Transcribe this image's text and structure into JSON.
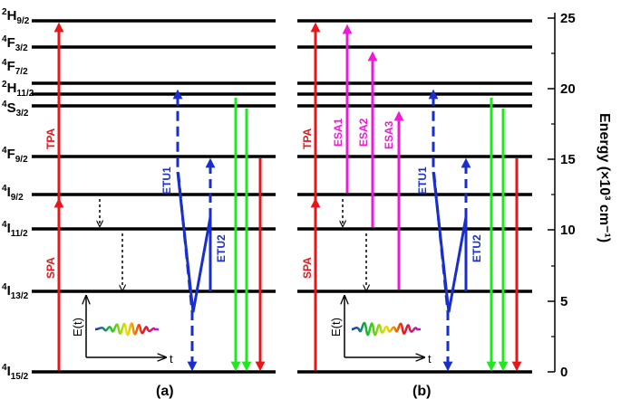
{
  "levels": [
    {
      "main": "4",
      "term": "I",
      "sub": "15/2"
    },
    {
      "main": "4",
      "term": "I",
      "sub": "13/2"
    },
    {
      "main": "4",
      "term": "I",
      "sub": "11/2"
    },
    {
      "main": "4",
      "term": "I",
      "sub": "9/2"
    },
    {
      "main": "4",
      "term": "F",
      "sub": "9/2"
    },
    {
      "main": "4",
      "term": "S",
      "sub": "3/2"
    },
    {
      "main": "2",
      "term": "H",
      "sub": "11/2"
    },
    {
      "main": "4",
      "term": "F",
      "sub": "7/2"
    },
    {
      "main": "4",
      "term": "F",
      "sub": "3/2"
    },
    {
      "main": "2",
      "term": "H",
      "sub": "9/2"
    }
  ],
  "axis": {
    "title": "Energy (×10³ cm⁻¹)",
    "ticks": [
      "0",
      "5",
      "10",
      "15",
      "20",
      "25"
    ]
  },
  "transitions": {
    "tpa": "TPA",
    "spa": "SPA",
    "etu1": "ETU1",
    "etu2": "ETU2",
    "esa1": "ESA1",
    "esa2": "ESA2",
    "esa3": "ESA3"
  },
  "inset": {
    "y_label": "E(t)",
    "x_label": "t"
  },
  "panels": {
    "a": "(a)",
    "b": "(b)"
  },
  "colors": {
    "red": "#e8161b",
    "magenta": "#ee1bd6",
    "blue": "#1a2ecc",
    "green": "#1ee81e",
    "level": "#000000"
  }
}
